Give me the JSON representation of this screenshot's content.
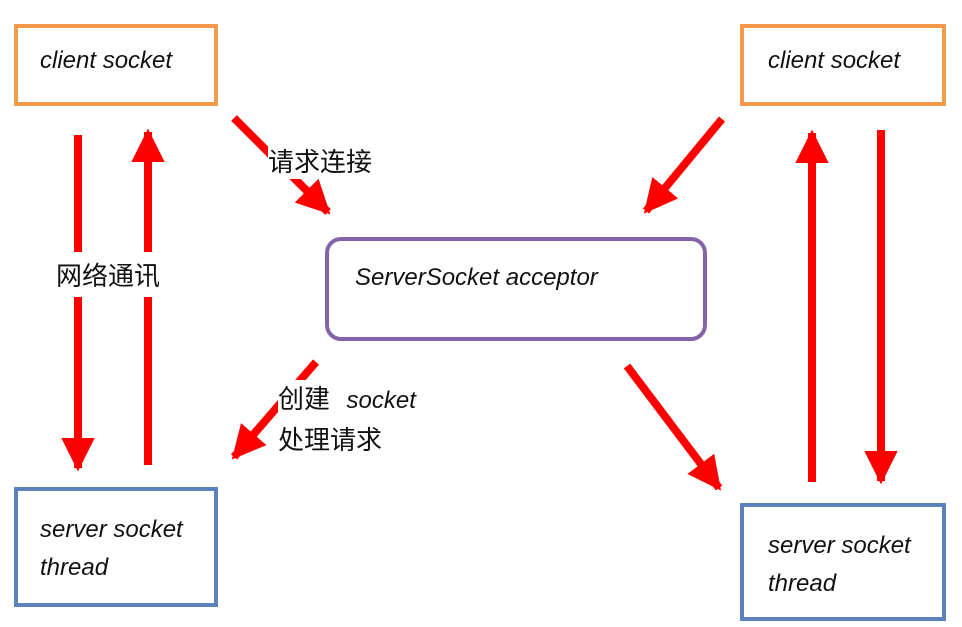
{
  "boxes": {
    "client_left": "client socket",
    "client_right": "client socket",
    "acceptor": "ServerSocket acceptor",
    "server_left": {
      "line1": "server socket",
      "line2": "thread"
    },
    "server_right": {
      "line1": "server socket",
      "line2": "thread"
    }
  },
  "labels": {
    "request_connect": "请求连接",
    "network_comm": "网络通讯",
    "create_prefix": "创建",
    "create_socket": "socket",
    "handle_request": "处理请求"
  },
  "colors": {
    "arrow": "#ff0000",
    "client_border": "#f4994a",
    "server_border": "#5b82bd",
    "acceptor_border": "#8464a8"
  }
}
